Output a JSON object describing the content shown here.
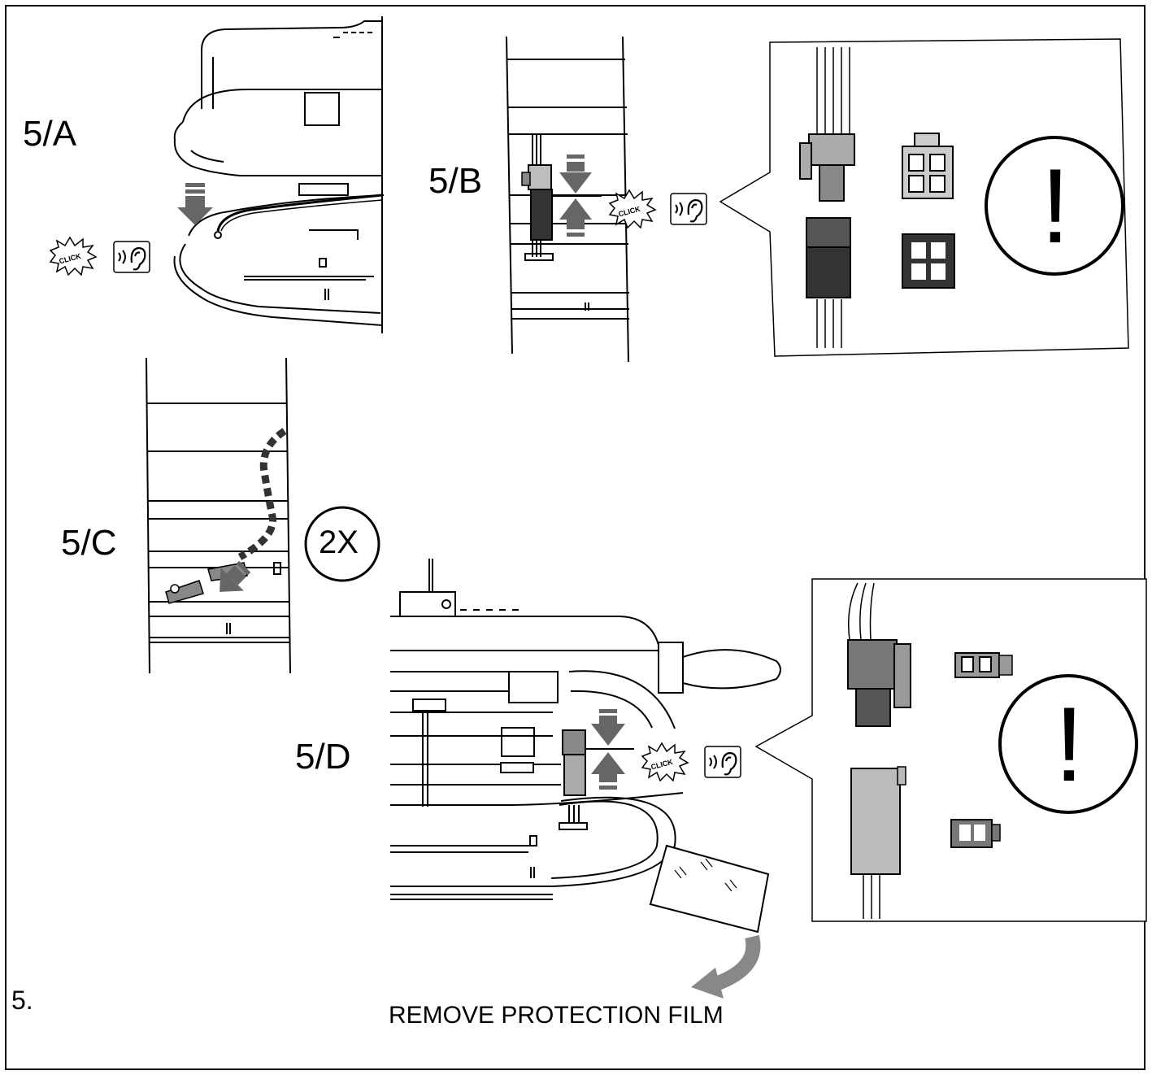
{
  "steps": {
    "a": "5/A",
    "b": "5/B",
    "c": "5/C",
    "d": "5/D",
    "main": "5."
  },
  "multiplier": "2X",
  "click_text": "CLICK",
  "caption": "REMOVE PROTECTION FILM",
  "warning_symbol": "!",
  "icons": [
    "click-burst-icon",
    "ear-sound-icon",
    "down-arrow-icon",
    "up-arrow-icon",
    "curved-arrow-icon",
    "warning-icon"
  ],
  "colors": {
    "line": "#000000",
    "dark_grey": "#555555",
    "mid_grey": "#7a7a7a",
    "light_grey": "#bdbdbd",
    "connector_dark": "#333333"
  }
}
